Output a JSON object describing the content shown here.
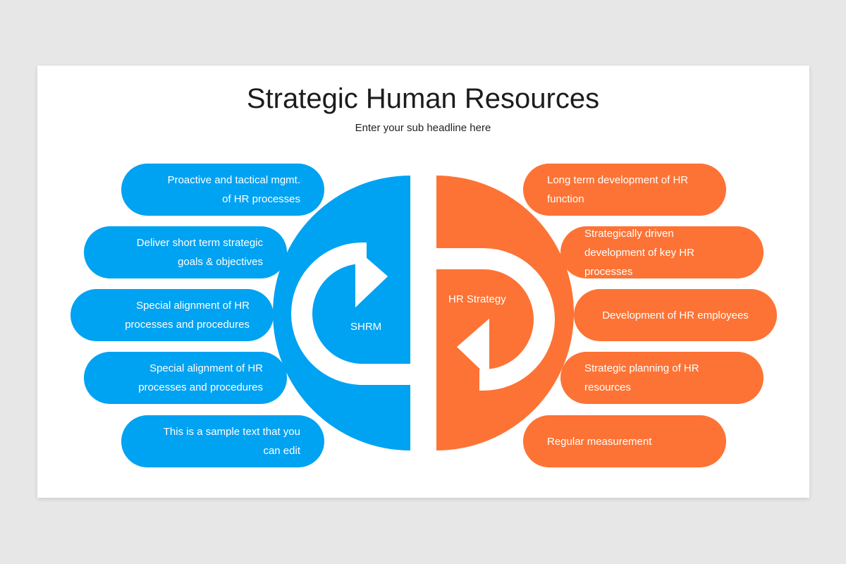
{
  "title": "Strategic Human Resources",
  "subtitle": "Enter your sub headline here",
  "colors": {
    "blue": "#00a2f2",
    "orange": "#fd7335",
    "background": "#e8e7e8",
    "card": "#ffffff"
  },
  "center": {
    "left_label": "SHRM",
    "right_label": "HR Strategy",
    "left_icon": "curved-arrow-right-icon",
    "right_icon": "curved-arrow-left-icon"
  },
  "left_items": [
    {
      "text": "Proactive and tactical mgmt. of HR processes"
    },
    {
      "text": "Deliver short term strategic goals & objectives"
    },
    {
      "text": "Special alignment of HR processes and procedures"
    },
    {
      "text": "Special alignment of HR processes and procedures"
    },
    {
      "text": "This is a sample text that you can edit"
    }
  ],
  "right_items": [
    {
      "text": "Long term development of HR function"
    },
    {
      "text": "Strategically driven development of key HR processes"
    },
    {
      "text": "Development of HR employees"
    },
    {
      "text": "Strategic planning of HR resources"
    },
    {
      "text": "Regular measurement"
    }
  ]
}
